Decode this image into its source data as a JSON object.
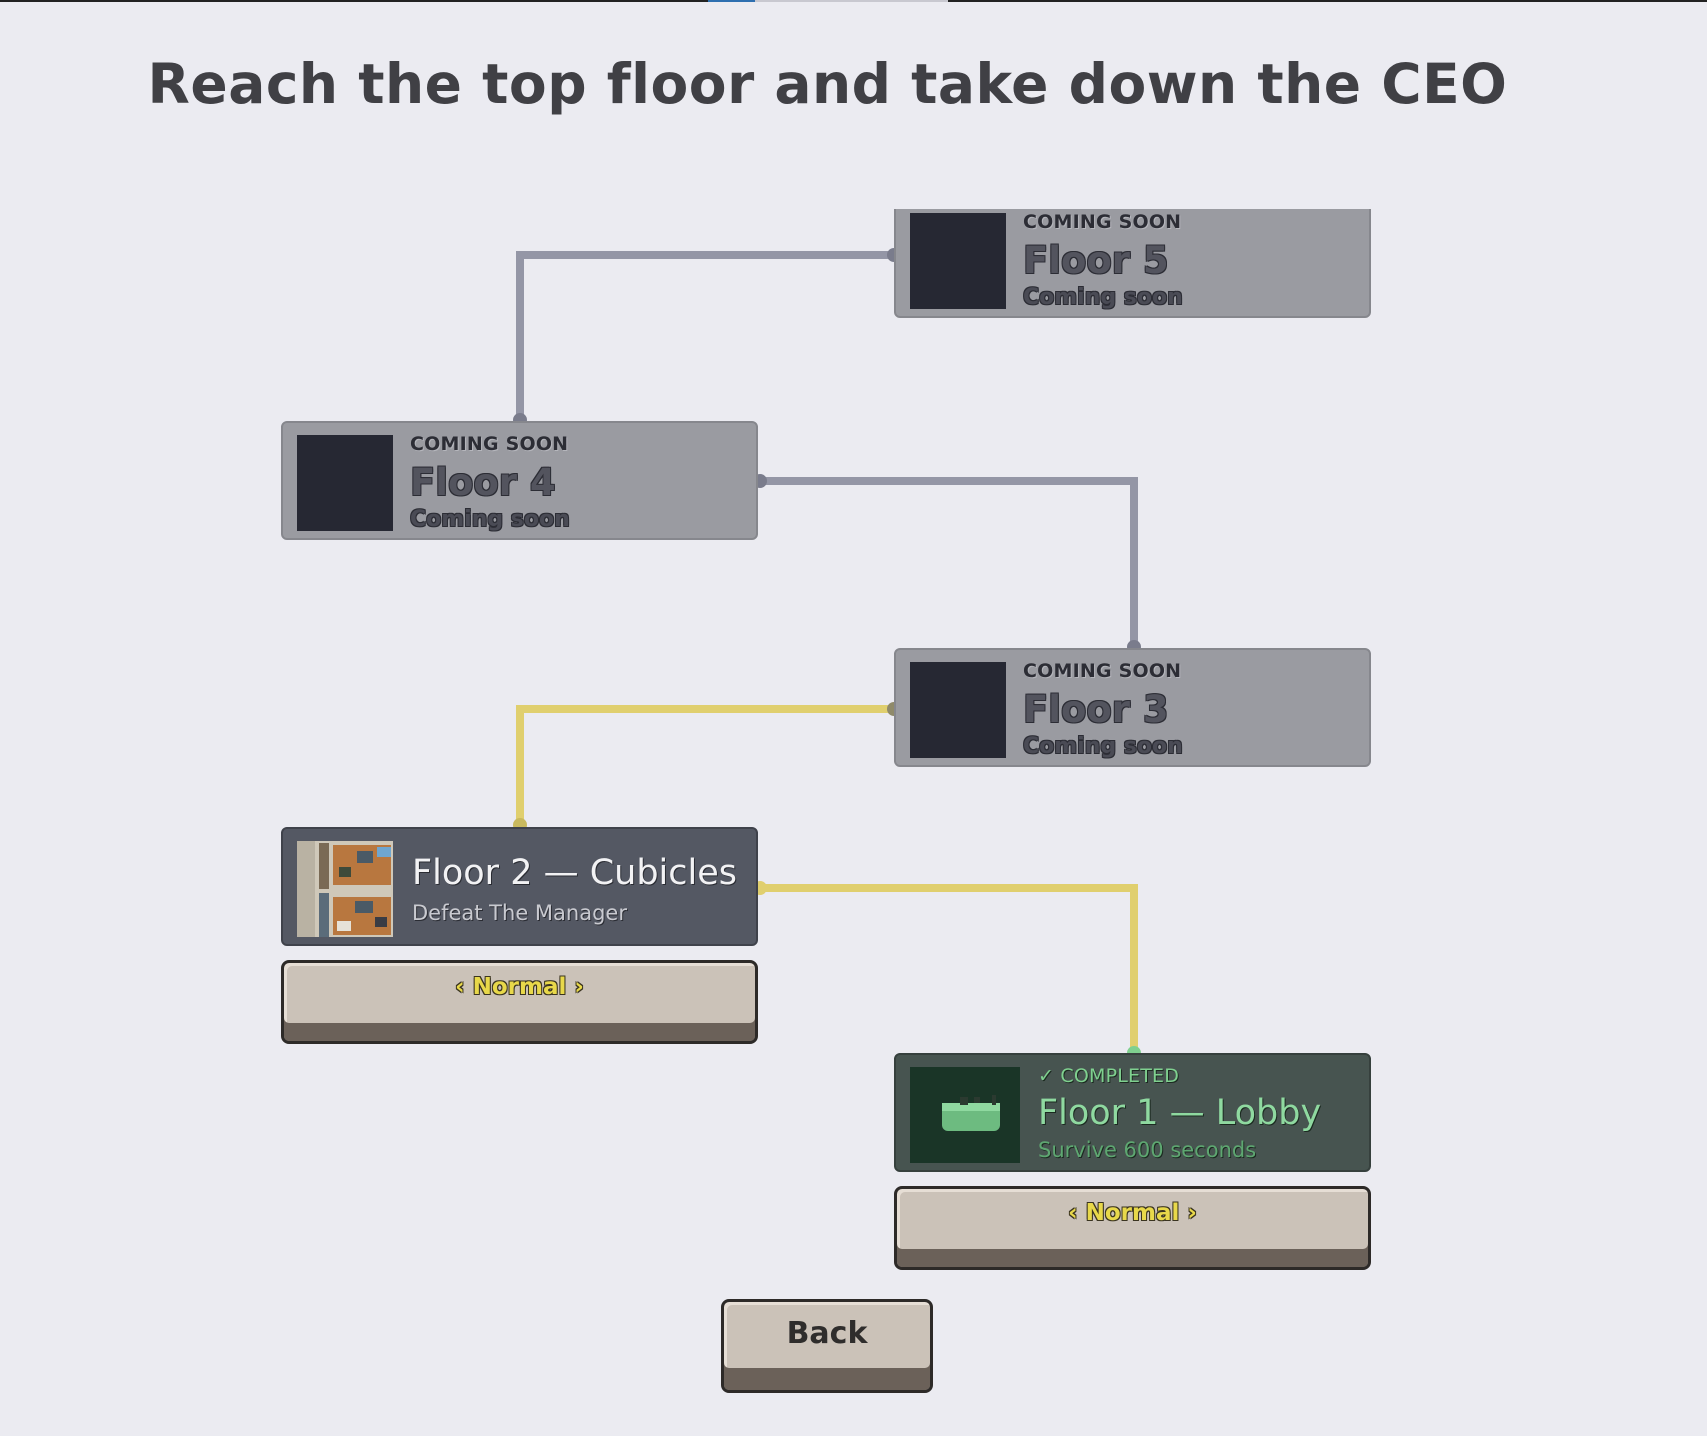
{
  "title": "Reach the top floor and take down the CEO",
  "floors": [
    {
      "status": "COMING SOON",
      "name": "Floor 5",
      "subtitle": "Coming soon",
      "state": "locked"
    },
    {
      "status": "COMING SOON",
      "name": "Floor 4",
      "subtitle": "Coming soon",
      "state": "locked"
    },
    {
      "status": "COMING SOON",
      "name": "Floor 3",
      "subtitle": "Coming soon",
      "state": "locked"
    },
    {
      "status": "",
      "name": "Floor 2 — Cubicles",
      "subtitle": "Defeat The Manager",
      "state": "unlocked",
      "difficulty": "‹ Normal ›"
    },
    {
      "status": "✓ COMPLETED",
      "name": "Floor 1 — Lobby",
      "subtitle": "Survive 600 seconds",
      "state": "completed",
      "difficulty": "‹ Normal ›"
    }
  ],
  "back_label": "Back",
  "colors": {
    "background": "#ebebf1",
    "locked_path": "#9496a6",
    "unlocked_path": "#e0cf6e",
    "completed": "#7fd08f"
  }
}
